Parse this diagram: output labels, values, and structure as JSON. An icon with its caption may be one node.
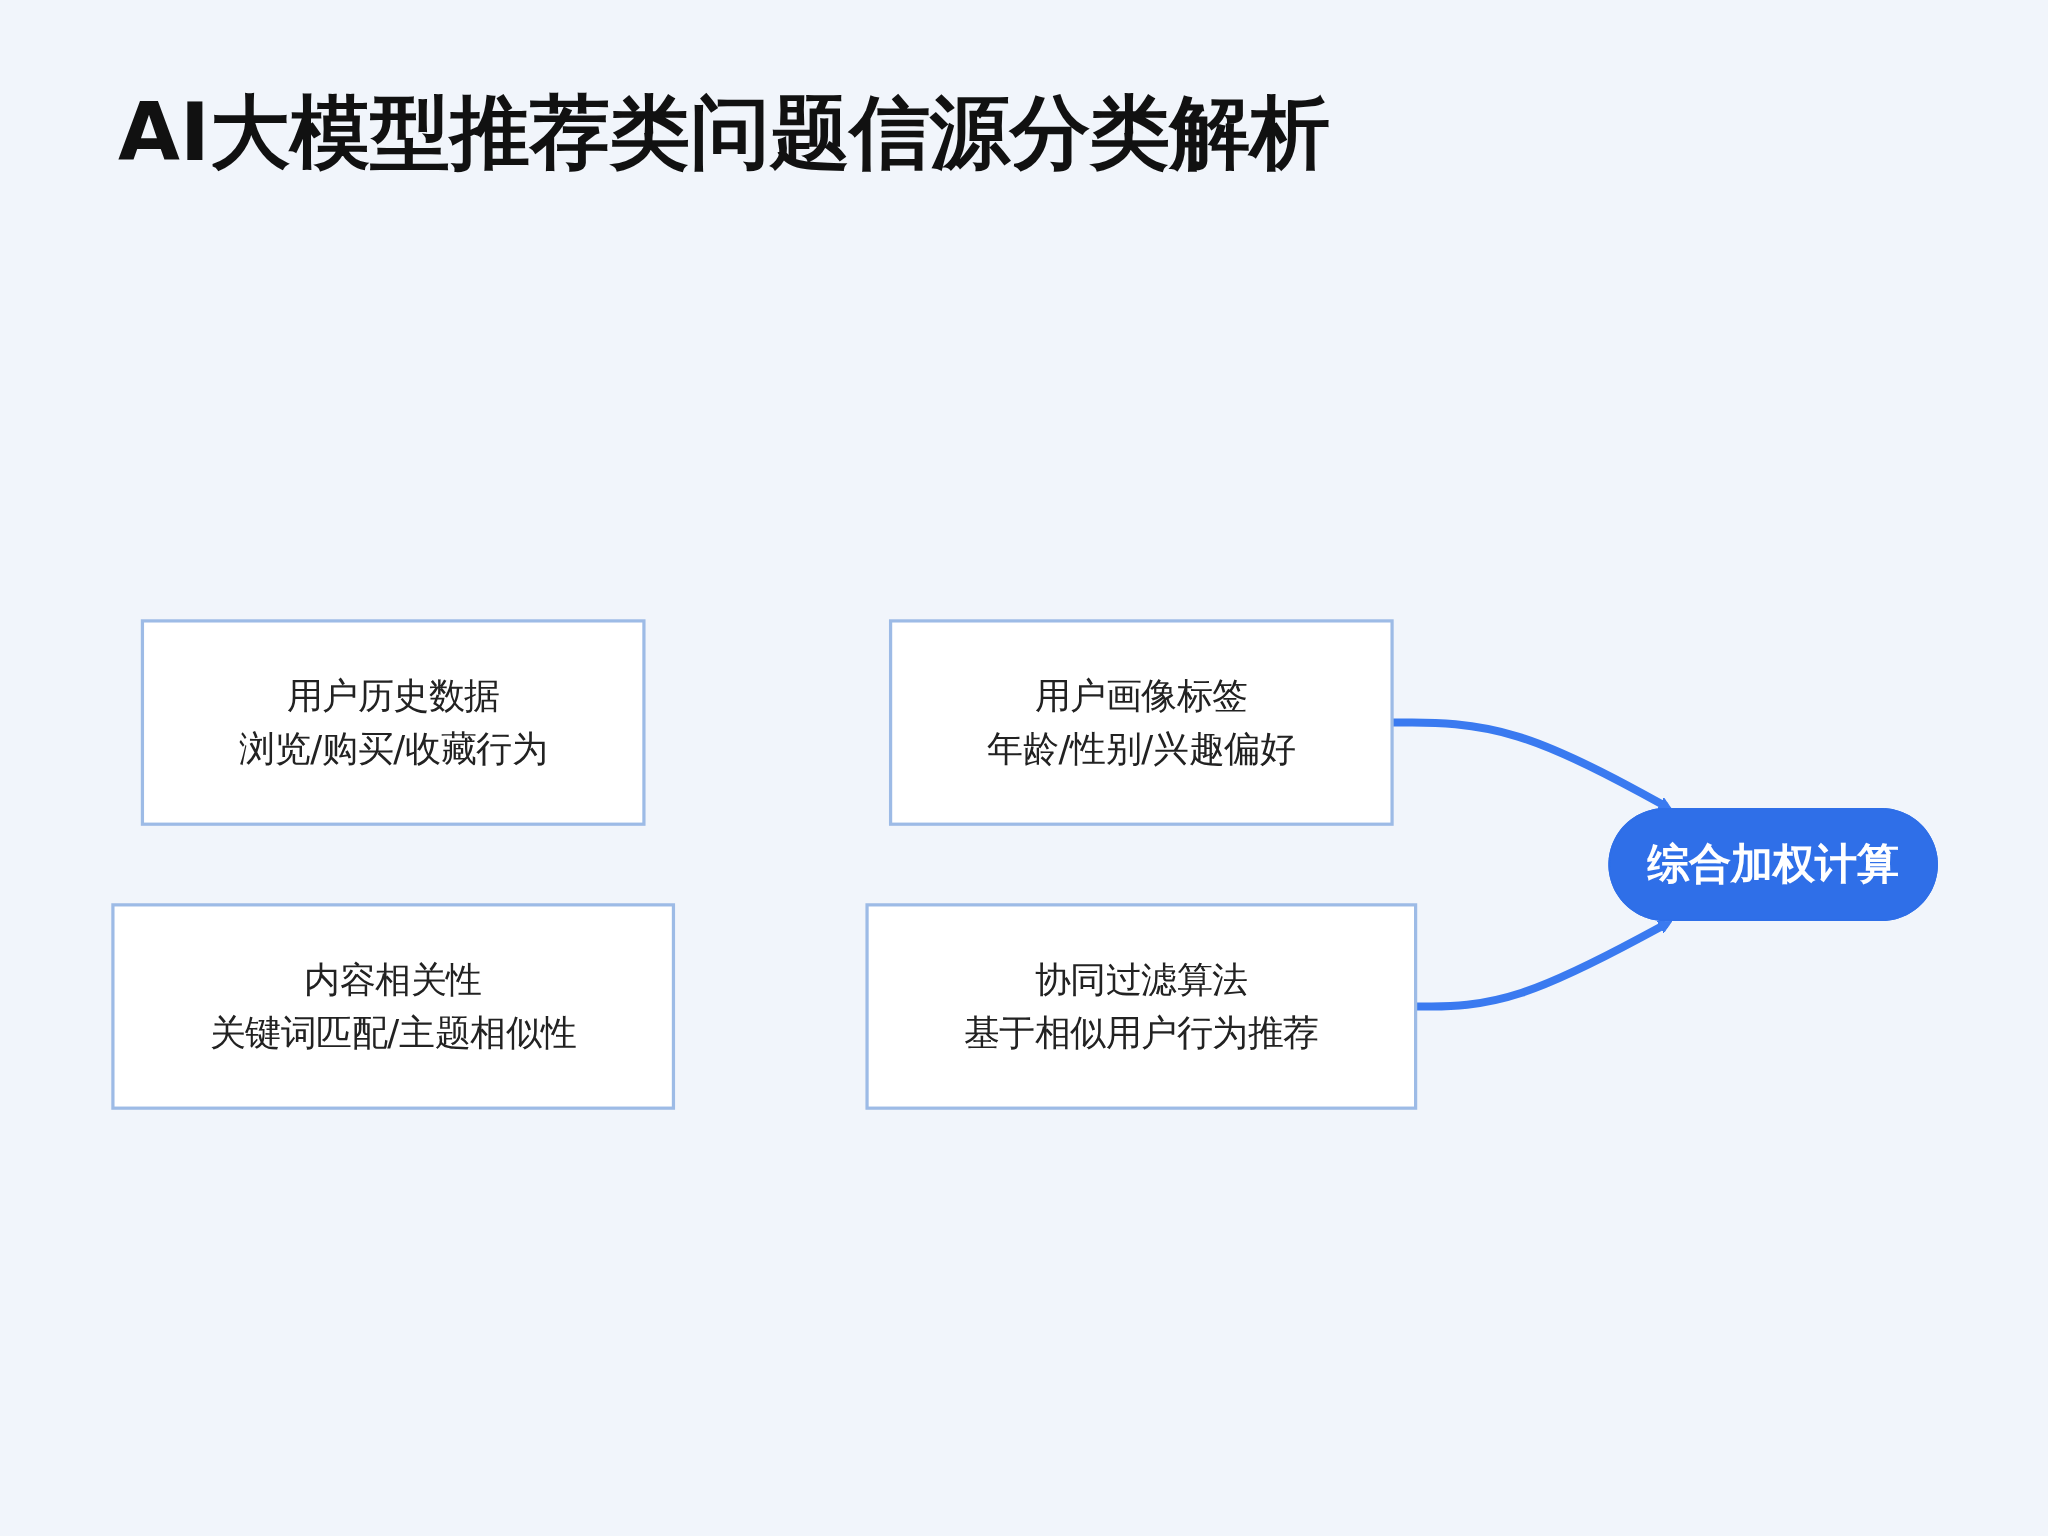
{
  "diagram": {
    "title": "AI大模型推荐类问题信源分类解析",
    "nodes": [
      {
        "text": [
          "用户历史数据",
          "浏览/购买/收藏行为"
        ]
      },
      {
        "text": [
          "用户画像标签",
          "年龄/性别/兴趣偏好"
        ]
      },
      {
        "text": [
          "内容相关性",
          "关键词匹配/主题相似性"
        ]
      },
      {
        "text": [
          "协同过滤算法",
          "基于相似用户行为推荐"
        ]
      },
      {
        "text": [
          "综合加权计算"
        ]
      }
    ],
    "edges": [
      {
        "from": 1,
        "to": 4,
        "arrow": "to",
        "color": "#3a7af0"
      },
      {
        "from": 3,
        "to": 4,
        "arrow": "to",
        "color": "#3a7af0"
      }
    ]
  }
}
